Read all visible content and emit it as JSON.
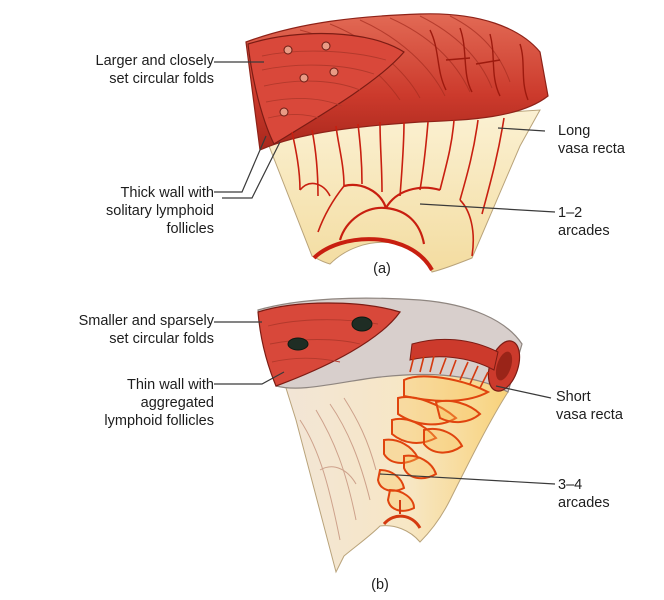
{
  "figure_a": {
    "caption": "(a)",
    "labels": {
      "folds": [
        "Larger and closely",
        "set circular folds"
      ],
      "wall": [
        "Thick wall with",
        "solitary lymphoid",
        "follicles"
      ],
      "vasa": [
        "Long",
        "vasa recta"
      ],
      "arcades": [
        "1–2",
        "arcades"
      ]
    }
  },
  "figure_b": {
    "caption": "(b)",
    "labels": {
      "folds": [
        "Smaller and sparsely",
        "set circular folds"
      ],
      "wall": [
        "Thin wall with",
        "aggregated",
        "lymphoid follicles"
      ],
      "vasa": [
        "Short",
        "vasa recta"
      ],
      "arcades": [
        "3–4",
        "arcades"
      ]
    }
  },
  "colors": {
    "intestine_red": "#cc3a2c",
    "vessel_red": "#c81f10",
    "mesentery_cream": "#f6e6b8",
    "leader_line": "#3a3a3a"
  }
}
